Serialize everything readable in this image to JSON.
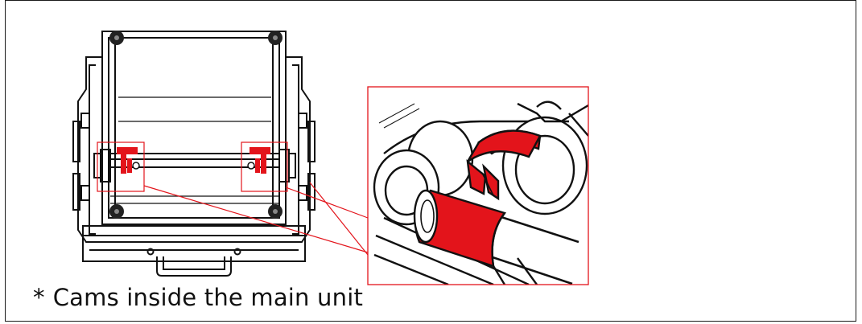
{
  "caption": {
    "marker": "*",
    "text": "Cams inside the main unit"
  },
  "figure": {
    "subject": "main-unit-frame",
    "detail": "cam-closeup"
  },
  "colors": {
    "highlight": "#e3141b",
    "line": "#111111",
    "callout": "#e3141b"
  }
}
